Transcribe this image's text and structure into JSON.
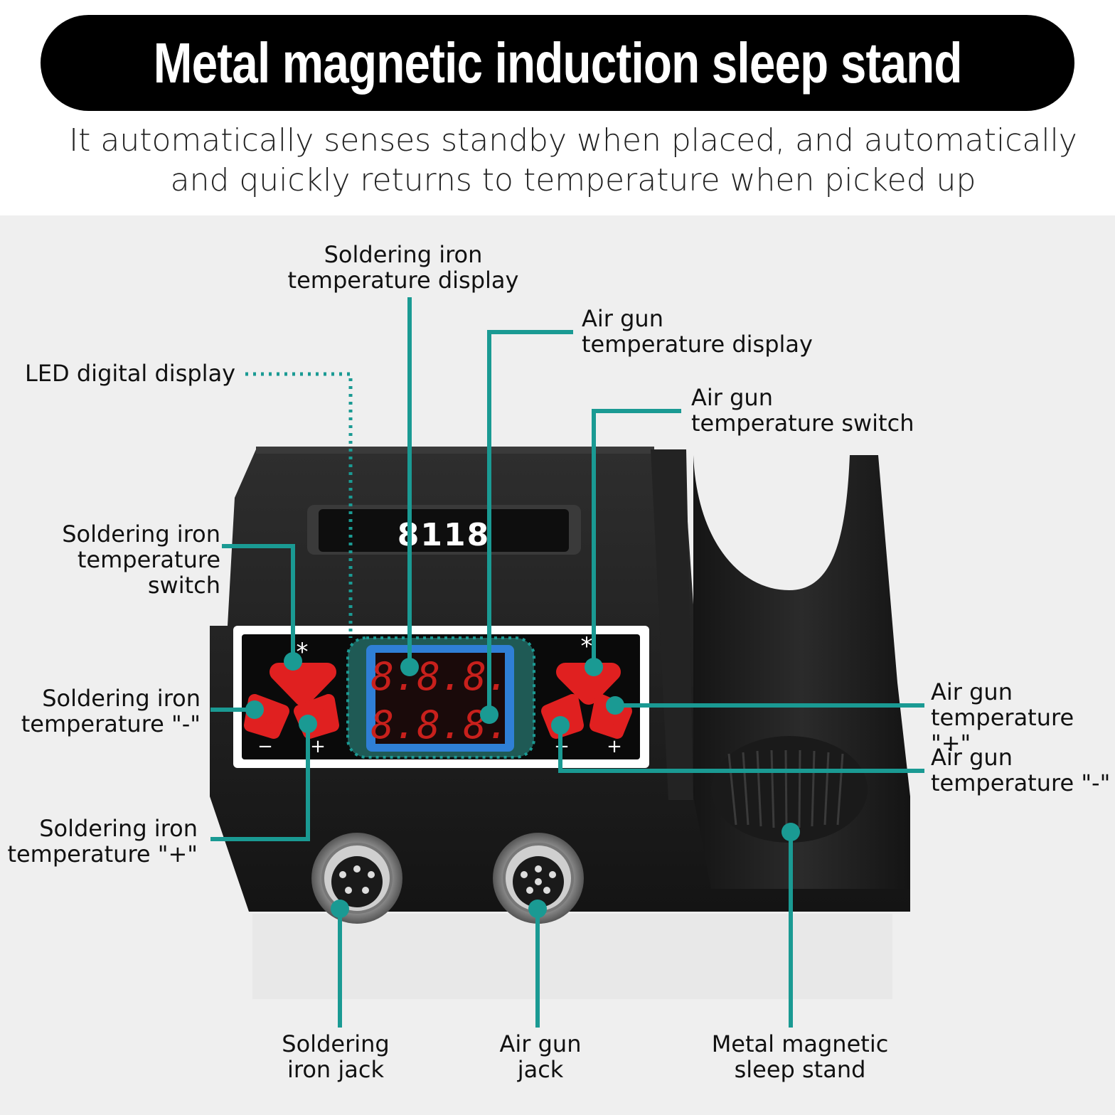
{
  "header": {
    "title": "Metal magnetic induction sleep stand",
    "subtitle": "It automatically senses standby when placed, and automatically\nand quickly returns to temperature when picked up"
  },
  "device": {
    "model": "8118",
    "display_top": "8.8.8.",
    "display_bottom": "8.8.8.",
    "btn_switch_symbol": "*",
    "btn_minus_symbol": "−",
    "btn_plus_symbol": "+"
  },
  "labels": {
    "iron_temp_display": "Soldering iron\ntemperature display",
    "air_temp_display": "Air gun\ntemperature display",
    "led_display": "LED digital display",
    "air_temp_switch": "Air gun\ntemperature switch",
    "iron_temp_switch": "Soldering iron\ntemperature switch",
    "iron_temp_minus": "Soldering iron\ntemperature \"-\"",
    "iron_temp_plus": "Soldering iron\ntemperature \"+\"",
    "air_temp_plus": "Air gun\ntemperature \"+\"",
    "air_temp_minus": "Air gun\ntemperature \"-\"",
    "iron_jack": "Soldering\niron jack",
    "air_jack": "Air gun\njack",
    "sleep_stand": "Metal magnetic\nsleep stand"
  },
  "colors": {
    "accent": "#1a9a93",
    "button_red": "#e02020",
    "display_frame": "#2f7fd6",
    "digit_red": "#c8201c",
    "body": "#1e1e1e"
  }
}
